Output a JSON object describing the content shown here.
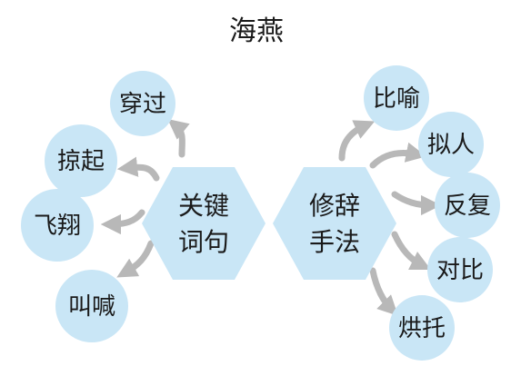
{
  "title": "海燕",
  "colors": {
    "bubble": "#c9e6f6",
    "arrow": "#b8b8b8",
    "text": "#1a1a1a"
  },
  "left_hub": {
    "line1": "关键",
    "line2": "词句"
  },
  "right_hub": {
    "line1": "修辞",
    "line2": "手法"
  },
  "left_nodes": [
    "穿过",
    "掠起",
    "飞翔",
    "叫喊"
  ],
  "right_nodes": [
    "比喻",
    "拟人",
    "反复",
    "对比",
    "烘托"
  ]
}
